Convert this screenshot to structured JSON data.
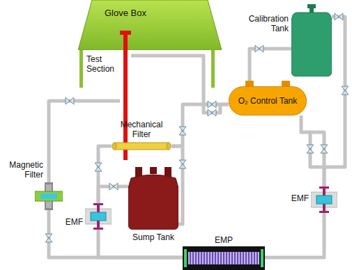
{
  "diagram": {
    "nodes": [
      {
        "text": [
          "Glove Box"
        ]
      },
      {
        "text": [
          "Test Section"
        ]
      },
      {
        "text": [
          "Calibration Tank"
        ]
      },
      {
        "text": [
          "O₂ Control Tank"
        ]
      },
      {
        "text": [
          "Mechanical Filter"
        ]
      },
      {
        "text": [
          "Magnetic Filter"
        ]
      },
      {
        "text": [
          "EMF"
        ]
      },
      {
        "text": [
          "Sump Tank"
        ]
      },
      {
        "text": [
          "EMP"
        ]
      },
      {
        "text": [
          "EMF"
        ]
      }
    ],
    "edges": [
      {
        "from": 1,
        "to": 5,
        "arrow": "none"
      },
      {
        "from": 1,
        "to": 3,
        "arrow": "none"
      },
      {
        "from": 3,
        "to": 2,
        "arrow": "none"
      },
      {
        "from": 2,
        "to": 9,
        "arrow": "none"
      },
      {
        "from": 3,
        "to": 9,
        "arrow": "none"
      },
      {
        "from": 9,
        "to": 8,
        "arrow": "none"
      },
      {
        "from": 8,
        "to": 5,
        "arrow": "none"
      },
      {
        "from": 6,
        "to": 8,
        "arrow": "none"
      },
      {
        "from": 4,
        "to": 6,
        "arrow": "none"
      },
      {
        "from": 7,
        "to": 6,
        "arrow": "none"
      },
      {
        "from": 4,
        "to": 3,
        "arrow": "none"
      },
      {
        "from": 7,
        "to": 4,
        "arrow": "none"
      }
    ]
  }
}
